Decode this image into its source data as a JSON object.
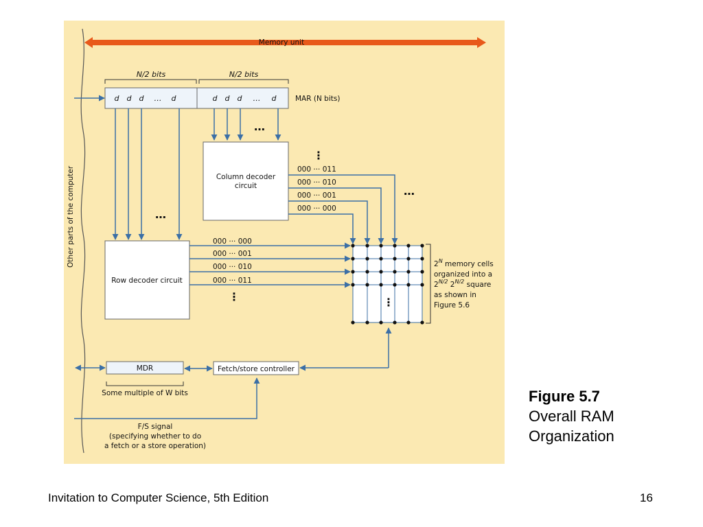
{
  "diagram": {
    "memory_unit_label": "Memory unit",
    "n2_bits_left": "N/2 bits",
    "n2_bits_right": "N/2 bits",
    "mar_cells_left": [
      "d",
      "d",
      "d",
      "…",
      "d"
    ],
    "mar_cells_right": [
      "d",
      "d",
      "d",
      "…",
      "d"
    ],
    "mar_label": "MAR (N bits)",
    "side_label": "Other parts of the computer",
    "column_decoder": [
      "Column decoder",
      "circuit"
    ],
    "row_decoder": "Row decoder circuit",
    "column_outputs": [
      "000 ··· 011",
      "000 ··· 010",
      "000 ··· 001",
      "000 ··· 000"
    ],
    "row_outputs": [
      "000 ··· 000",
      "000 ··· 001",
      "000 ··· 010",
      "000 ··· 011"
    ],
    "memory_cells_note": {
      "line1_prefix": "2",
      "line1_sup": "N",
      "line1_rest": " memory cells",
      "line2": "organized into a",
      "line3_a": "2",
      "line3_a_sup": "N/2",
      "line3_b": "  2",
      "line3_b_sup": "N/2",
      "line3_rest": " square",
      "line4": "as shown in",
      "line5": "Figure 5.6"
    },
    "mdr_label": "MDR",
    "mdr_width_label": "Some multiple of W bits",
    "fetch_store_label": "Fetch/store controller",
    "fs_signal": [
      "F/S signal",
      "(specifying whether to do",
      "a fetch or a store operation)"
    ]
  },
  "caption": {
    "figure": "Figure 5.7",
    "line1": "Overall RAM",
    "line2": "Organization"
  },
  "footer": {
    "left": "Invitation to Computer Science, 5th Edition",
    "page": "16"
  },
  "colors": {
    "panel_background": "#fbe9b2",
    "arrow_blue": "#3b6fa6",
    "memory_unit_arrow": "#e8591a",
    "register_fill": "#eef4fa"
  }
}
